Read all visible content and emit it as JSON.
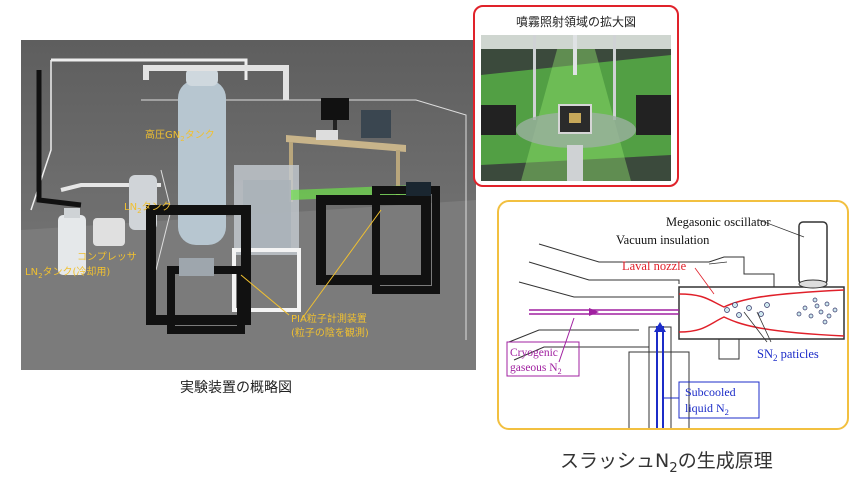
{
  "left_figure": {
    "labels": {
      "gn2_tank_prefix": "高圧GN",
      "gn2_tank_sub": "2",
      "gn2_tank_suffix": "タンク",
      "ln2_tank_prefix": "LN",
      "ln2_tank_sub": "2",
      "ln2_tank_suffix": "タンク",
      "ln2_cooling_prefix": "LN",
      "ln2_cooling_sub": "2",
      "ln2_cooling_suffix": "タンク(冷却用)",
      "compressor": "コンプレッサ",
      "pia_line1": "PIA粒子計測装置",
      "pia_line2": "(粒子の陰を観測)"
    },
    "caption": "実験装置の概略図"
  },
  "zoom_figure": {
    "title": "噴霧照射領域の拡大図"
  },
  "principle_figure": {
    "labels": {
      "megasonic": "Megasonic oscillator",
      "vacuum": "Vacuum insulation",
      "laval": "Laval nozzle",
      "cryogenic_line1": "Cryogenic",
      "cryogenic_line2_prefix": "gaseous N",
      "cryogenic_line2_sub": "2",
      "sn2_prefix": "SN",
      "sn2_sub": "2",
      "sn2_suffix": " paticles",
      "subcooled_line1": "Subcooled",
      "subcooled_line2_prefix": "liquid N",
      "subcooled_line2_sub": "2"
    },
    "caption_prefix": "スラッシュN",
    "caption_sub": "2",
    "caption_suffix": "の生成原理"
  },
  "colors": {
    "render_label": "#f0c030",
    "zoom_border": "#e0222a",
    "principle_border": "#f2c040",
    "laval_red": "#e0202a",
    "cryogenic_purple": "#a020a0",
    "subcooled_blue": "#1c2cc8",
    "laser_green": "#6ee04a"
  },
  "icons": [
    "laser-beam-icon",
    "tank-icon",
    "frame-icon",
    "particle-icon"
  ]
}
